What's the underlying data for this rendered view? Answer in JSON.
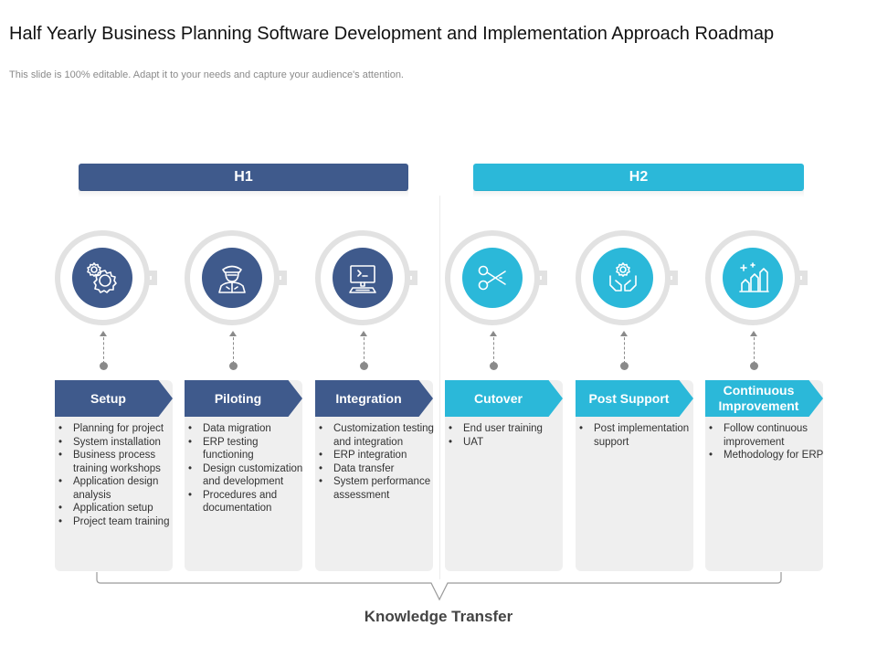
{
  "header": {
    "title": "Half Yearly Business Planning Software Development and Implementation Approach Roadmap",
    "subtitle": "This slide is 100% editable. Adapt it to your needs and capture your audience's attention."
  },
  "phases": [
    {
      "label": "H1",
      "color": "#3f5a8c"
    },
    {
      "label": "H2",
      "color": "#2bb8d9"
    }
  ],
  "stages": [
    {
      "label": "Setup",
      "icon": "gears-icon",
      "color": "#3f5a8c",
      "bullets": [
        "Planning for project",
        "System installation",
        "Business process training workshops",
        "Application design analysis",
        "Application setup",
        "Project team training"
      ]
    },
    {
      "label": "Piloting",
      "icon": "pilot-icon",
      "color": "#3f5a8c",
      "bullets": [
        "Data migration",
        "ERP testing functioning",
        "Design customization and development",
        "Procedures  and documentation"
      ]
    },
    {
      "label": "Integration",
      "icon": "computer-icon",
      "color": "#3f5a8c",
      "bullets": [
        "Customization testing and integration",
        "ERP integration",
        "Data transfer",
        "System performance assessment"
      ]
    },
    {
      "label": "Cutover",
      "icon": "scissors-icon",
      "color": "#2bb8d9",
      "bullets": [
        "End user training",
        "UAT"
      ]
    },
    {
      "label": "Post Support",
      "icon": "hands-gear-icon",
      "color": "#2bb8d9",
      "bullets": [
        "Post implementation support"
      ]
    },
    {
      "label": "Continuous Improvement",
      "icon": "growth-chart-icon",
      "color": "#2bb8d9",
      "bullets": [
        "Follow continuous improvement",
        "Methodology for ERP"
      ]
    }
  ],
  "footer": {
    "label": "Knowledge Transfer"
  }
}
